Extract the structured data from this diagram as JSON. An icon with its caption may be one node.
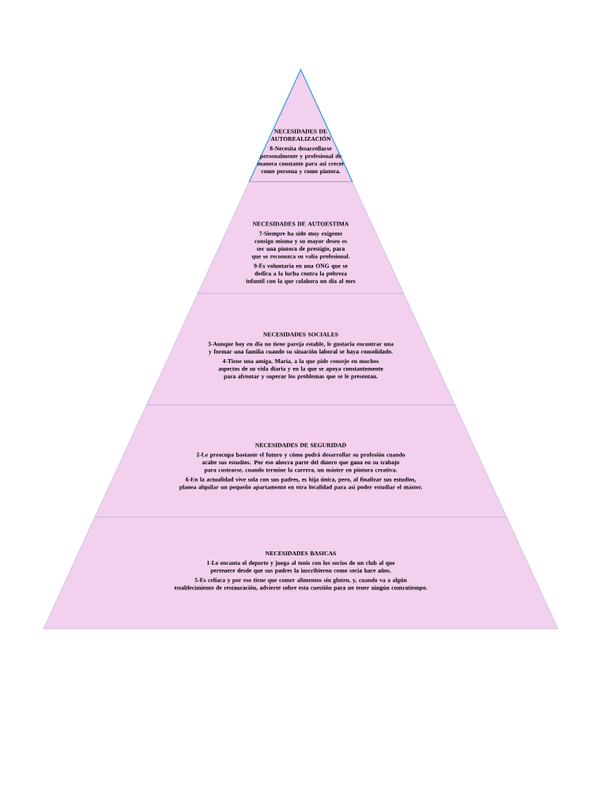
{
  "diagram": {
    "nodes": [
      {
        "text": [
          "NECESIDADES DE AUTOREALIZACIÓN",
          "8-Necesita desarrollarse personalmente y profesional de manera constante para así crecer como persona y como pintora."
        ]
      },
      {
        "text": [
          "NECESIDADES DE AUTOESTIMA",
          "7-Siempre ha sido muy exigente consigo misma y su mayor deseo es ser una pintora de prestigio, para que se reconozca su valía profesional.",
          "9-Es voluntaria en una ONG que se dedica a la lucha contra la pobreza infantil con la que colabora un día al mes"
        ]
      },
      {
        "text": [
          "NECESIDADES SOCIALES",
          "3-Aunque hoy en día no tiene pareja estable, le gustaría encontrar una y formar una familia cuando su situación laboral se haya consolidado.",
          "4-Tiene una amiga, María, a la que pide consejo en muchos aspectos de su vida diaria y en la que se apoya constantemente para afrontar y superar los problemas que se le presentan."
        ]
      },
      {
        "text": [
          "NECESIDADES DE SEGURIDAD",
          "2-Le preocupa bastante el futuro y cómo podrá desarrollar su profesión cuando acabe sus estudios. Por eso ahorra parte del dinero que gana en su trabajo para costearse, cuando termine la carrera, un máster en pintura creativa.",
          "6-En la actualidad vive sola con sus padres, es hija única, pero, al finalizar sus estudios, planea alquilar un  pequeño apartamento en otra localidad para así poder estudiar el máster."
        ]
      },
      {
        "text": [
          "NECESIDADES BASICAS",
          "1-Le encanta el deporte y juega al tenis con los socios de un club al que pertenece desde que sus padres la inscribieron como socia hace años.",
          "5-Es celíaca y por eso tiene que comer alimentos sin gluten, y, cuando va a algún establecimiento de restauración, advierte sobre esta cuestión para no tener ningún contratiempo."
        ]
      }
    ]
  }
}
